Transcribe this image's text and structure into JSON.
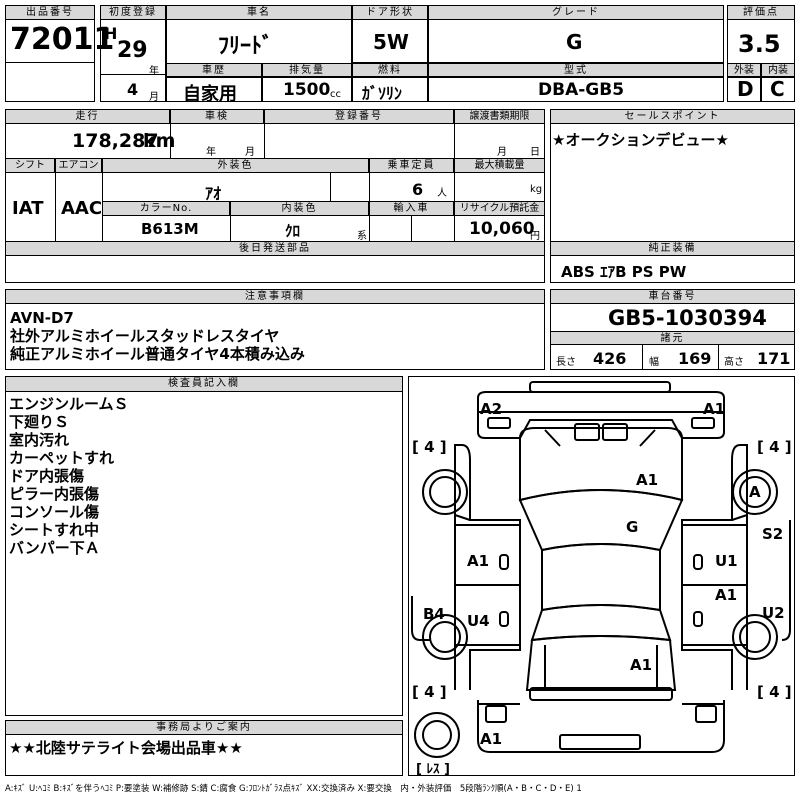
{
  "headers": {
    "lot": "出品番号",
    "first_reg": "初度登録",
    "car_name": "車名",
    "door": "ドア形状",
    "grade": "グレード",
    "score": "評価点",
    "history": "車歴",
    "displacement": "排気量",
    "fuel": "燃料",
    "model": "型式",
    "exterior": "外装",
    "interior": "内装",
    "mileage": "走行",
    "inspection": "車検",
    "reg_number": "登録番号",
    "transfer_deadline": "譲渡書類期限",
    "sales_point": "セールスポイント",
    "shift": "シフト",
    "aircon": "エアコン",
    "ext_color": "外装色",
    "capacity": "乗車定員",
    "max_load": "最大積載量",
    "color_no": "カラーNo.",
    "int_color": "内装色",
    "import": "輸入車",
    "recycle": "リサイクル預託金",
    "later_parts": "後日発送部品",
    "genuine_equip": "純正装備",
    "caution": "注意事項欄",
    "chassis": "車台番号",
    "specs": "諸元",
    "inspector": "検査員記入欄",
    "office": "事務局よりご案内"
  },
  "lot_number": "72011",
  "era": "H",
  "year": "29",
  "year_unit": "年",
  "month": "4",
  "month_unit": "月",
  "car_name": "ﾌﾘｰﾄﾞ",
  "door": "5W",
  "grade": "G",
  "score": "3.5",
  "history": "自家用",
  "displacement": "1500",
  "displacement_unit": "cc",
  "fuel": "ｶﾞｿﾘﾝ",
  "model": "DBA-GB5",
  "exterior_grade": "D",
  "interior_grade": "C",
  "mileage": "178,287",
  "mileage_unit": "km",
  "inspection_year_unit": "年",
  "inspection_month_unit": "月",
  "transfer_month_unit": "月",
  "transfer_day_unit": "日",
  "sales_point": "★オークションデビュー★",
  "shift": "IAT",
  "aircon": "AAC",
  "ext_color": "ｱｵ",
  "capacity": "6",
  "capacity_unit": "人",
  "max_load_unit": "kg",
  "color_no": "B613M",
  "int_color": "ｸﾛ",
  "int_color_unit": "系",
  "recycle": "10,060",
  "recycle_unit": "円",
  "genuine_equip": "ABS ｴｱB PS PW",
  "caution_lines": [
    "AVN-D7",
    "社外アルミホイールスタッドレスタイヤ",
    "純正アルミホイール普通タイヤ4本積み込み"
  ],
  "chassis_number": "GB5-1030394",
  "length_label": "長さ",
  "length": "426",
  "width_label": "幅",
  "width": "169",
  "height_label": "高さ",
  "height": "171",
  "inspector_notes": [
    "エンジンルームＳ",
    "下廻りＳ",
    "室内汚れ",
    "カーペットすれ",
    "ドア内張傷",
    "ピラー内張傷",
    "コンソール傷",
    "シートすれ中",
    "バンパー下Ａ"
  ],
  "office_note": "★★北陸サテライト会場出品車★★",
  "legend": "A:ｷｽﾞ U:ﾍｺﾐ B:ｷｽﾞを伴うﾍｺﾐ P:要塗装 W:補修跡 S:錆 C:腐食 G:ﾌﾛﾝﾄｶﾞﾗｽ点ｷｽﾞ XX:交換済み X:要交換　内・外装評価　5段階ﾗﾝｸ順(A・B・C・D・E) 1",
  "diagram": {
    "tire_fl": "[ 4 ]",
    "tire_fr": "[ 4 ]",
    "tire_rl": "[ 4 ]",
    "tire_rr": "[ 4 ]",
    "spare": "[ ﾚｽ ]",
    "marks": {
      "front_left": "A2",
      "front_right": "A1",
      "hood": "A1",
      "right_front_wheel": "A",
      "windshield": "G",
      "right_fender": "S2",
      "left_front_door": "A1",
      "right_front_door": "U1",
      "right_rear_door": "A1",
      "left_rear_quarter": "B4",
      "left_rear_door": "U4",
      "right_rear_quarter": "U2",
      "rear_hatch": "A1",
      "rear_bumper": "A1"
    }
  }
}
